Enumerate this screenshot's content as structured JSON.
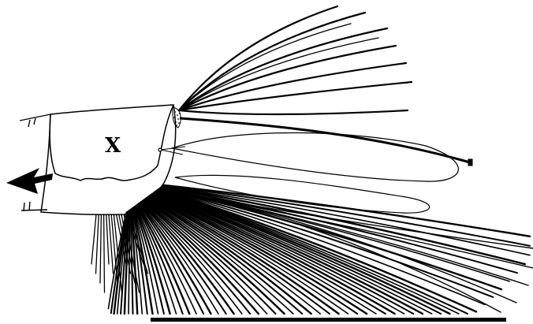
{
  "figure": {
    "segment_label": "X",
    "ink_color": "#000000",
    "paper_color": "#ffffff",
    "elements": [
      "larval-segment",
      "pointer-arrow",
      "dorsal-setae-tuft",
      "lateral-setae",
      "ventral-setae-brush",
      "scale-bar"
    ]
  }
}
